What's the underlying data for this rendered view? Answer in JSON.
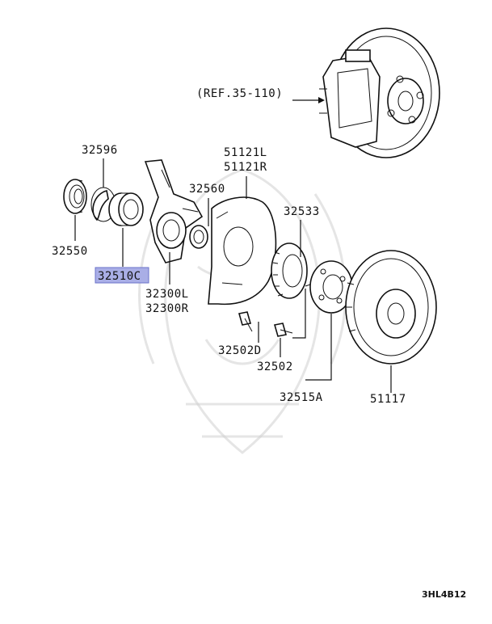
{
  "diagram": {
    "reference": "(REF.35-110)",
    "figure_code": "3HL4B12",
    "highlight_color": "#a9aee6",
    "parts": {
      "p32596": "32596",
      "p32550": "32550",
      "p32510c": "32510C",
      "p32560": "32560",
      "p32300l": "32300L",
      "p32300r": "32300R",
      "p51121l": "51121L",
      "p51121r": "51121R",
      "p32533": "32533",
      "p32502d": "32502D",
      "p32502": "32502",
      "p32515a": "32515A",
      "p51117": "51117"
    }
  }
}
